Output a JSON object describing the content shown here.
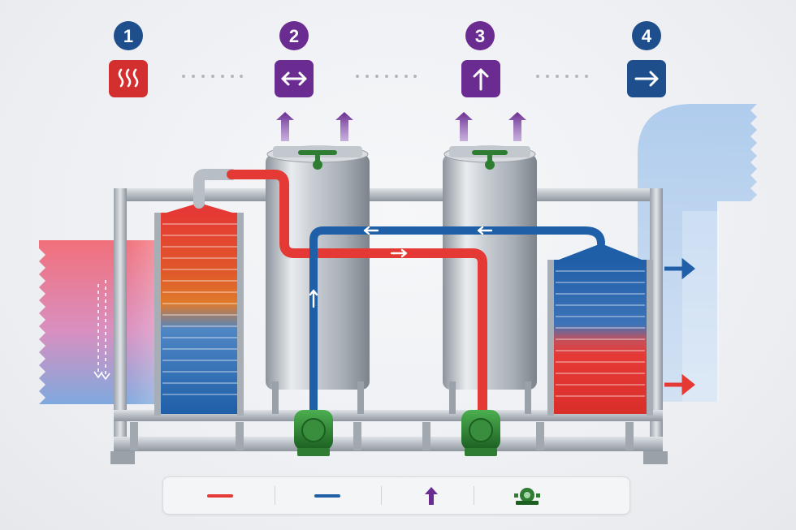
{
  "steps": [
    {
      "number": "1",
      "icon": "heat-waves-icon",
      "color": "#d32f2f"
    },
    {
      "number": "2",
      "icon": "double-arrow-icon",
      "color": "#6a2c91"
    },
    {
      "number": "3",
      "icon": "arrow-up-icon",
      "color": "#6a2c91"
    },
    {
      "number": "4",
      "icon": "arrow-right-icon",
      "color": "#1f4e8c"
    }
  ],
  "legend": [
    {
      "icon": "hot-line-icon",
      "color": "#e53935"
    },
    {
      "icon": "cold-line-icon",
      "color": "#1f5fa8"
    },
    {
      "icon": "purple-arrow-up-icon",
      "color": "#6a2c91"
    },
    {
      "icon": "pump-icon",
      "color": "#2e7d32"
    }
  ],
  "colors": {
    "hot": "#e53935",
    "cold": "#1f5fa8",
    "vapor": "#7b3fa0",
    "pump": "#2e7d32",
    "steel": "#b8bec6"
  }
}
